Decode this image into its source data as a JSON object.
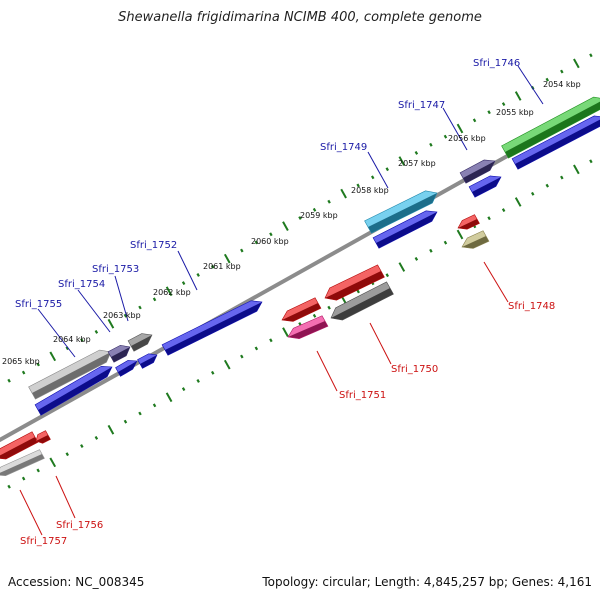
{
  "title": "Shewanella frigidimarina NCIMB 400, complete genome",
  "footer": {
    "accession": "Accession: NC_008345",
    "summary": "Topology: circular; Length: 4,845,257 bp; Genes: 4,161"
  },
  "colors": {
    "backbone": "#8c8c8c",
    "tick_major": "#1f7a1f",
    "tick_minor": "#1f7a1f",
    "forward_cds": "#1414e6",
    "reverse_cds": "#ee1111",
    "label_forward": "#1a1aa6",
    "label_reverse": "#cc1111"
  },
  "scale_labels": [
    "2054 kbp",
    "2055 kbp",
    "2056 kbp",
    "2057 kbp",
    "2058 kbp",
    "2059 kbp",
    "2060 kbp",
    "2061 kbp",
    "2062 kbp",
    "2063 kbp",
    "2064 kbp",
    "2065 kbp"
  ],
  "gene_labels": {
    "forward": [
      "Sfri_1746",
      "Sfri_1747",
      "Sfri_1749",
      "Sfri_1752",
      "Sfri_1753",
      "Sfri_1754",
      "Sfri_1755"
    ],
    "reverse": [
      "Sfri_1748",
      "Sfri_1750",
      "Sfri_1751",
      "Sfri_1756",
      "Sfri_1757"
    ]
  }
}
